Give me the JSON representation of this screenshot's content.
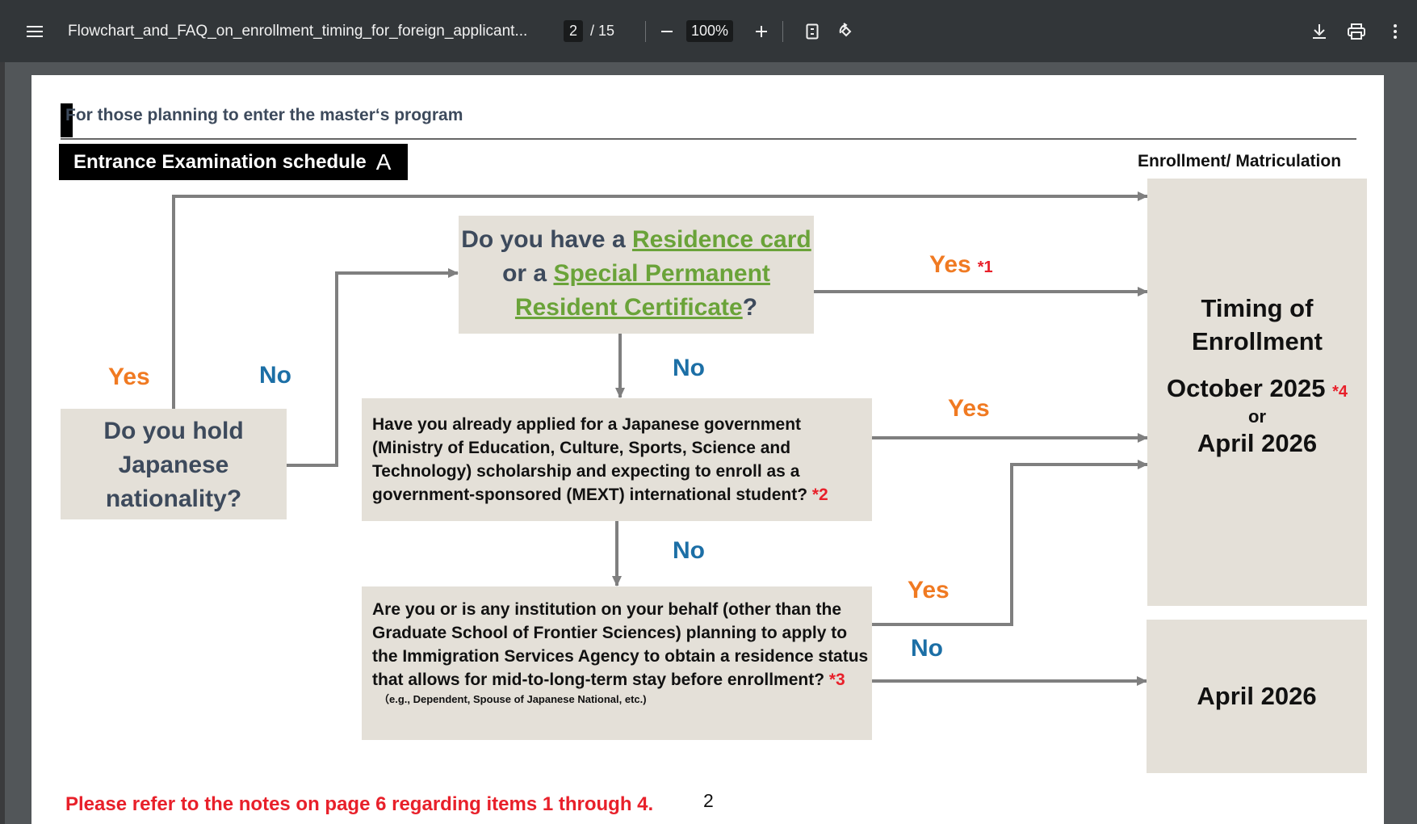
{
  "toolbar": {
    "menu_icon": "hamburger-menu-icon",
    "filename": "Flowchart_and_FAQ_on_enrollment_timing_for_foreign_applicant...",
    "current_page": "2",
    "total_pages": "/ 15",
    "zoom": "100%",
    "icons": [
      "zoom-out-icon",
      "zoom-in-icon",
      "fit-page-icon",
      "rotate-icon",
      "download-icon",
      "print-icon",
      "more-vert-icon"
    ]
  },
  "page": {
    "heading": "For those planning to enter the master‘s program",
    "schedule_label": "Entrance Examination schedule",
    "schedule_letter": "A",
    "enrollment_label": "Enrollment/ Matriculation",
    "q_residence": {
      "part1": "Do you have a ",
      "link1": "Residence card",
      "part2": " or a ",
      "link2": "Special Permanent Resident Certificate",
      "part3": "?"
    },
    "q_nationality": "Do you hold Japanese nationality?",
    "q_scholarship": "Have you already applied for a Japanese government (Ministry of Education, Culture, Sports, Science and Technology) scholarship and expecting to enroll as a government-sponsored (MEXT) international student? ",
    "q_scholarship_note": "*2",
    "q_immigration": "Are you or is any institution on your behalf (other than the Graduate School of Frontier Sciences) planning to apply to the Immigration Services Agency to obtain a residence status that allows for mid-to-long-term stay before enrollment? ",
    "q_immigration_note": "*3",
    "q_immigration_eg": "（e.g., Dependent, Spouse of Japanese National, etc.)",
    "result1": {
      "title": "Timing of Enrollment",
      "option1": "October 2025",
      "option1_note": "*4",
      "or": "or",
      "option2": "April 2026"
    },
    "result2": "April 2026",
    "labels": {
      "yes": "Yes",
      "no": "No",
      "yes_note1": "*1"
    },
    "footer_note": "Please refer to the notes on page 6 regarding items 1 through 4.",
    "page_number": "2"
  }
}
